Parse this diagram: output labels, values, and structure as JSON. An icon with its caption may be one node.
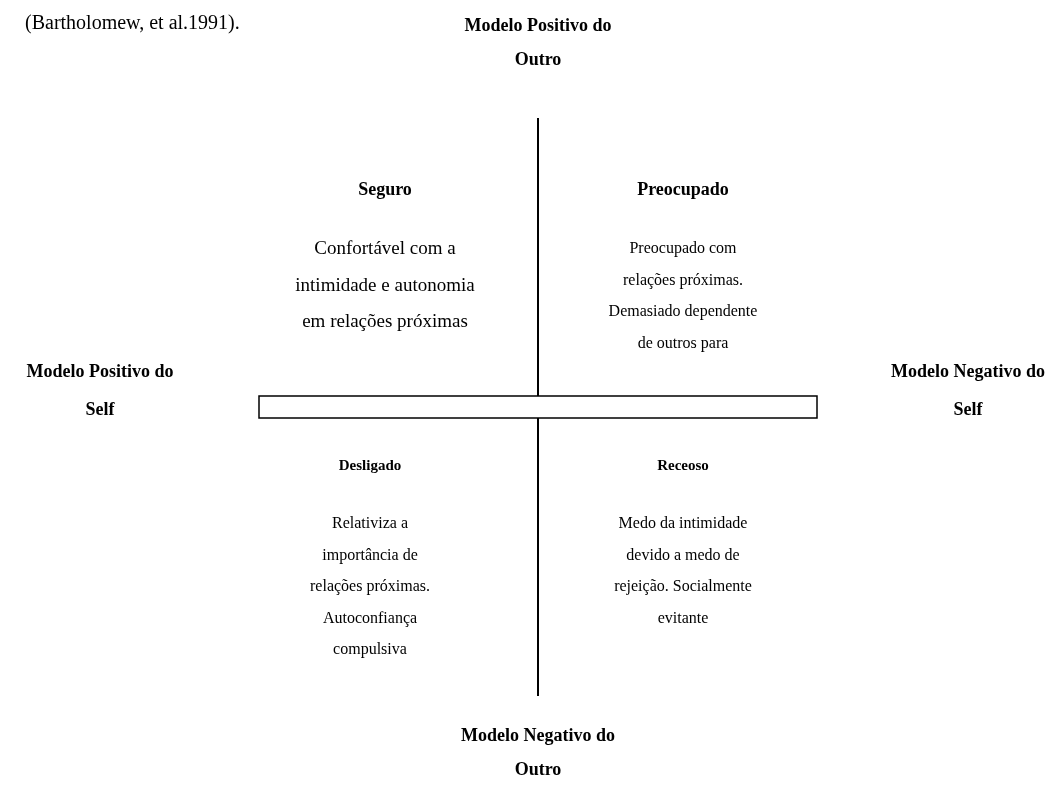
{
  "diagram": {
    "labels": [
      "(Bartholomew, et al.1991).",
      "Modelo Positivo do Outro",
      "Seguro",
      "Confortável com a intimidade e autonomia em relações próximas",
      "Preocupado",
      "Preocupado com relações próximas. Demasiado dependente de outros para",
      "Modelo Positivo do Self",
      "Modelo Negativo do Self",
      "Desligado",
      "Relativiza a importância de relações próximas. Autoconfiança compulsiva",
      "Receoso",
      "Medo da intimidade devido a medo de rejeição. Socialmente evitante",
      "Modelo Negativo do Outro"
    ]
  }
}
